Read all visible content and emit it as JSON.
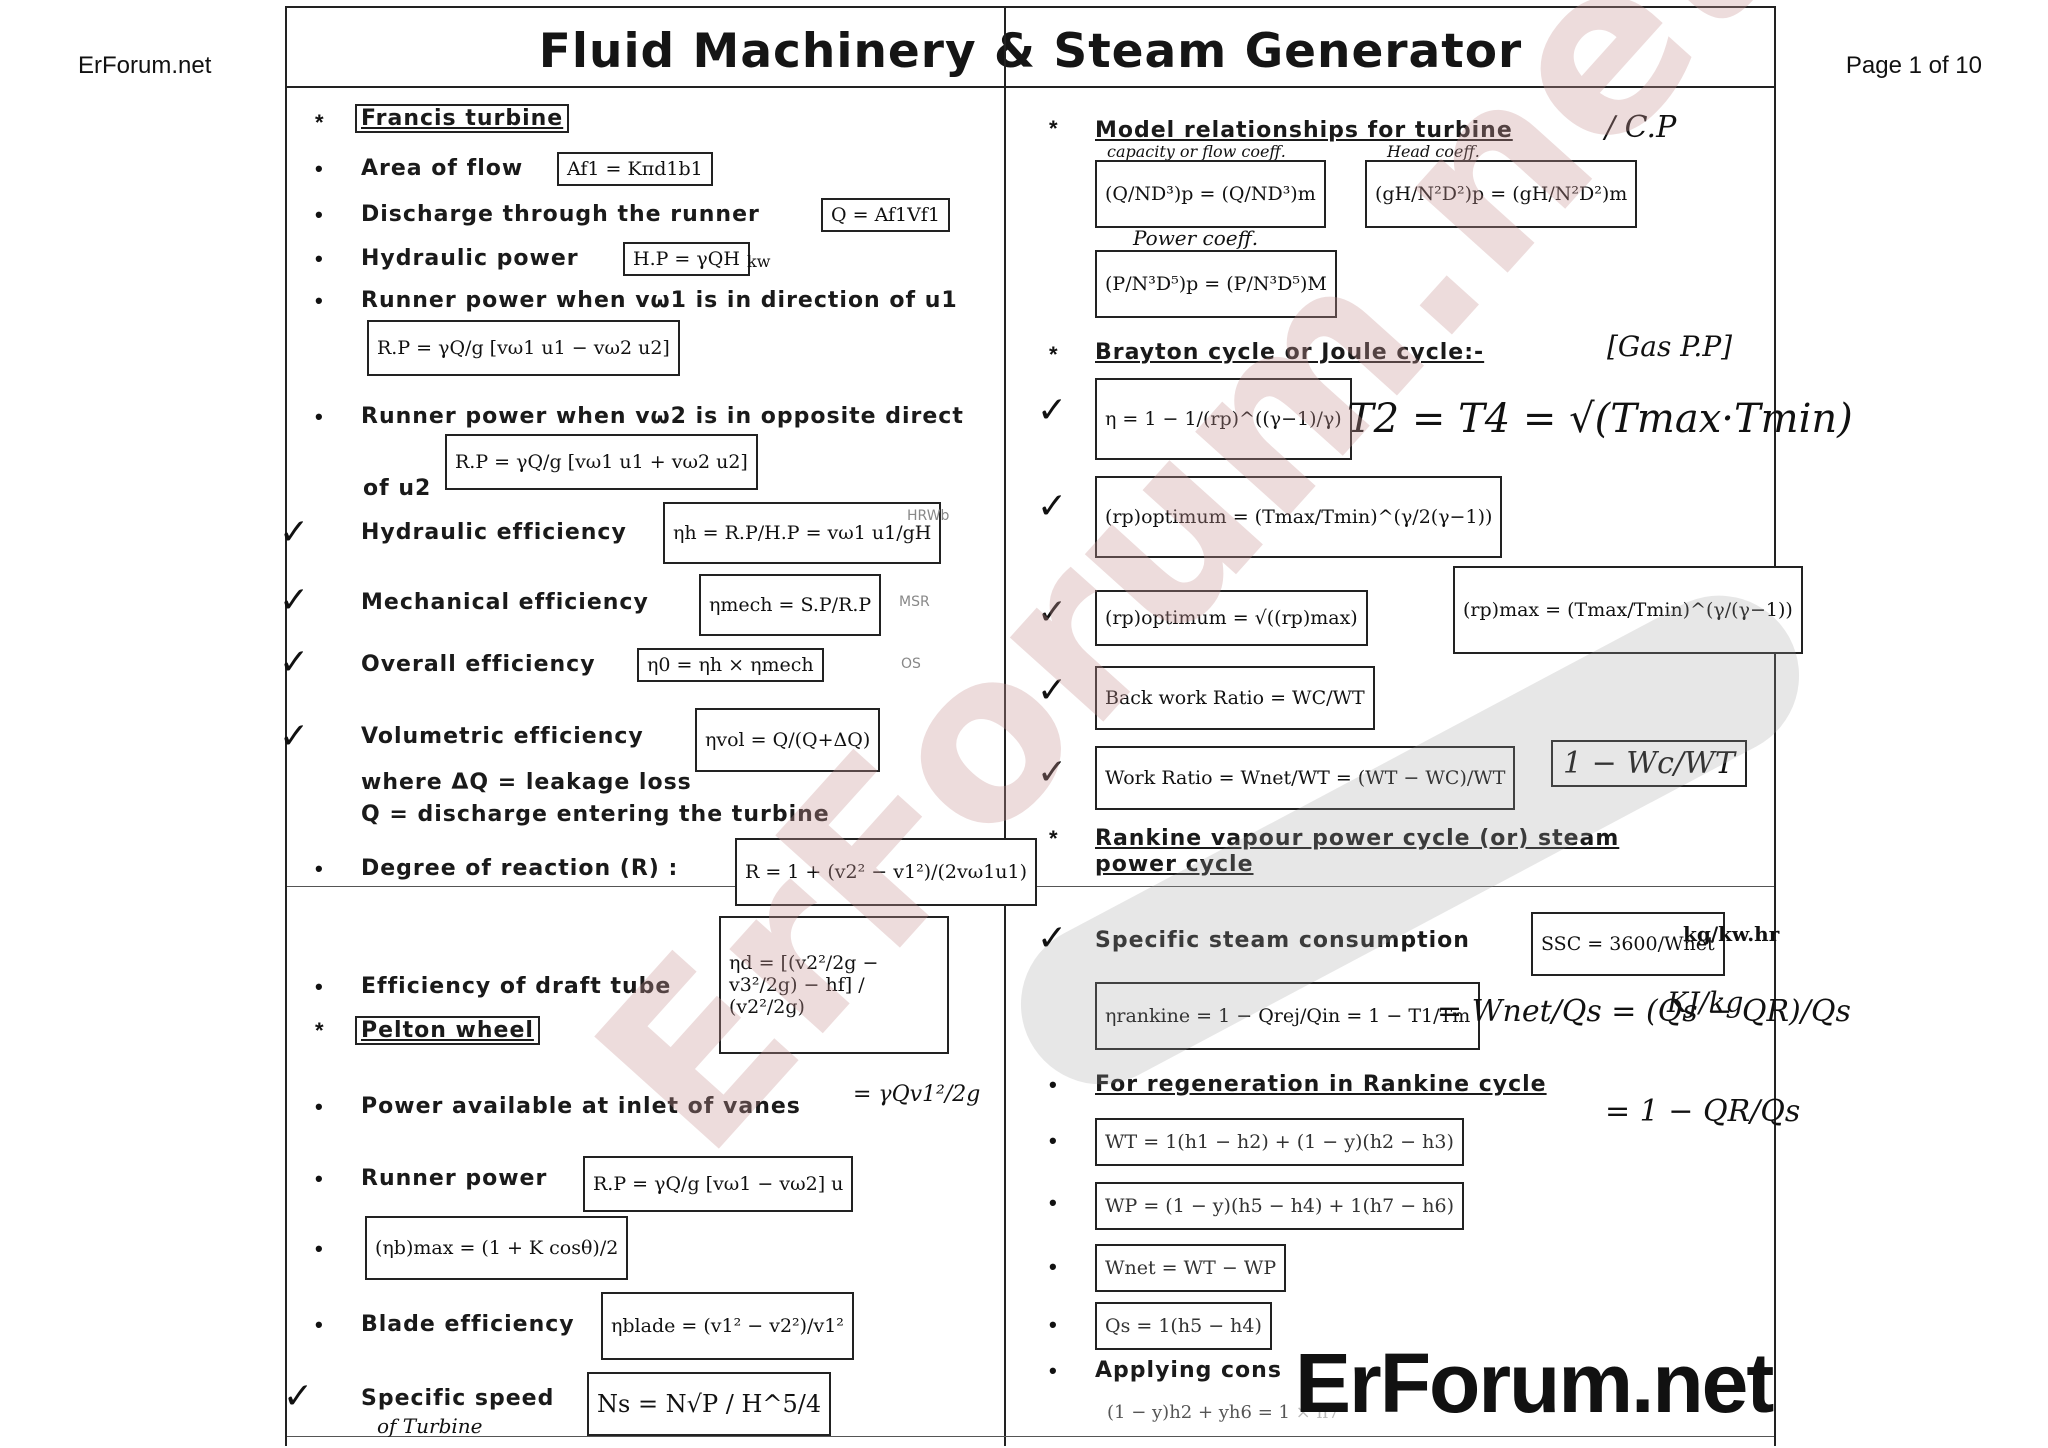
{
  "header": {
    "site_left": "ErForum.net",
    "page_indicator": "Page 1 of 10"
  },
  "title": "Fluid Machinery & Steam Generator",
  "left": {
    "francis": "Francis turbine",
    "area": {
      "label": "Area of flow",
      "formula": "Af1 = Kπd1b1"
    },
    "discharge": {
      "label": "Discharge through the runner",
      "formula": "Q = Af1Vf1"
    },
    "hydraulic_power": {
      "label": "Hydraulic power",
      "formula": "H.P = γQH",
      "unit": "kw"
    },
    "runner_same": {
      "label": "Runner power when vω1 is in direction of u1",
      "formula": "R.P = γQ/g [vω1 u1 − vω2 u2]"
    },
    "runner_opp": {
      "label": "Runner power when vω2 is in opposite direct",
      "label2": "of u2",
      "formula": "R.P = γQ/g [vω1 u1 + vω2 u2]"
    },
    "hyd_eff": {
      "label": "Hydraulic efficiency",
      "formula": "ηh = R.P/H.P = vω1 u1/gH",
      "note": "HRWb"
    },
    "mech_eff": {
      "label": "Mechanical efficiency",
      "formula": "ηmech = S.P/R.P",
      "note": "MSR"
    },
    "overall_eff": {
      "label": "Overall efficiency",
      "formula": "η0 = ηh × ηmech",
      "note": "OS"
    },
    "vol_eff": {
      "label": "Volumetric efficiency",
      "formula": "ηvol = Q/(Q+ΔQ)",
      "where1": "where ΔQ = leakage loss",
      "where2": "Q = discharge entering the turbine"
    },
    "reaction": {
      "label": "Degree of reaction (R) :",
      "formula": "R = 1 + (v2² − v1²)/(2vω1u1)"
    },
    "draft": {
      "label": "Efficiency of draft tube",
      "formula": "ηd = [(v2²/2g − v3²/2g) − hf] / (v2²/2g)"
    },
    "pelton": "Pelton wheel",
    "power_inlet": {
      "label": "Power available at inlet of vanes",
      "formula": "= γQv1²/2g"
    },
    "runner_power": {
      "label": "Runner power",
      "formula": "R.P = γQ/g [vω1 − vω2] u"
    },
    "max_eff": {
      "formula": "(ηb)max = (1 + K cosθ)/2"
    },
    "blade": {
      "label": "Blade efficiency",
      "formula": "ηblade = (v1² − v2²)/v1²"
    },
    "specific_speed": {
      "label": "Specific speed",
      "label2": "of Turbine",
      "formula": "Ns = N√P / H^5/4"
    }
  },
  "right": {
    "model": {
      "label": "Model relationships for turbine",
      "hand": "/ C.P",
      "note1": "capacity or flow coeff.",
      "note2": "Head coeff."
    },
    "model_f1": "(Q/ND³)p = (Q/ND³)m",
    "model_f2": "(gH/N²D²)p = (gH/N²D²)m",
    "power_coeff": "Power coeff.",
    "model_f3": "(P/N³D⁵)p = (P/N³D⁵)M",
    "brayton": {
      "label": "Brayton cycle or Joule cycle:-",
      "hand": "[Gas P.P]"
    },
    "brayton_eff": "η = 1 − 1/(rp)^((γ−1)/γ)",
    "t_relation": "T2 = T4 = √(Tmax·Tmin)",
    "rp_opt": "(rp)optimum = (Tmax/Tmin)^(γ/2(γ−1))",
    "rp_opt2": "(rp)optimum = √((rp)max)",
    "rp_max": "(rp)max = (Tmax/Tmin)^(γ/(γ−1))",
    "back_work": "Back work Ratio = WC/WT",
    "work_ratio": "Work Ratio = Wnet/WT = (WT − WC)/WT",
    "work_hand": "1 − Wc/WT",
    "rankine": {
      "label1": "Rankine vapour power cycle (or) steam",
      "label2": "power cycle"
    },
    "ssc": {
      "label": "Specific steam consumption",
      "formula": "SSC = 3600/Wnet",
      "unit": "kg/kw.hr"
    },
    "rankine_eff": "ηrankine = 1 − Qrej/Qin = 1 − T1/Tm",
    "rankine_hand": "= Wnet/Qs = (Qs − QR)/Qs",
    "rankine_hand2": "= 1 − QR/Qs",
    "rankine_unit": "KJ/kg",
    "regen": "For regeneration in Rankine cycle",
    "regen_f1": "WT = 1(h1 − h2) + (1 − y)(h2 − h3)",
    "regen_f2": "WP = (1 − y)(h5 − h4) + 1(h7 − h6)",
    "regen_f3": "Wnet = WT − WP",
    "regen_f4": "Qs = 1(h5 − h4)",
    "applying": "Applying cons",
    "applying_f": "(1 − y)h2 + yh6 = 1 × h7"
  },
  "watermark": "ErForum.net",
  "brand": "ErForum.net"
}
